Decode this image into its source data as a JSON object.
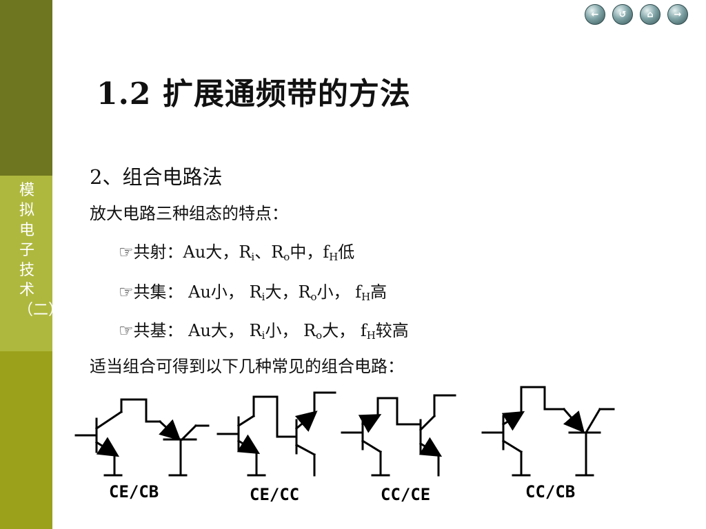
{
  "sidebar": {
    "label": "模拟电子技术（二）"
  },
  "nav": {
    "prev": "←",
    "return": "↺",
    "home": "⌂",
    "next": "→"
  },
  "slide": {
    "title": "1.2 扩展通频带的方法",
    "subtitle": "2、组合电路法",
    "intro": "放大电路三种组态的特点：",
    "bullet_symbol": "☞",
    "bullets": [
      {
        "name": "共射：",
        "au": "Au大，",
        "r1": "R",
        "r1_sub": "i",
        "sep": "、",
        "r2": "R",
        "r2_sub": "o",
        "r2_val": "中，",
        "f": "f",
        "f_sub": "H",
        "f_val": "低"
      },
      {
        "name": "共集：",
        "au": " Au小，",
        "r1": " R",
        "r1_sub": "i",
        "r1_val": "大，",
        "r2": "R",
        "r2_sub": "o",
        "r2_val": "小，",
        "f": " f",
        "f_sub": "H",
        "f_val": "高"
      },
      {
        "name": "共基：",
        "au": " Au大，",
        "r1": " R",
        "r1_sub": "i",
        "r1_val": "小，",
        "r2": " R",
        "r2_sub": "o",
        "r2_val": "大，",
        "f": " f",
        "f_sub": "H",
        "f_val": "较高"
      }
    ],
    "summary": "适当组合可得到以下几种常见的组合电路："
  },
  "circuits": [
    {
      "label": "CE/CB"
    },
    {
      "label": "CE/CC"
    },
    {
      "label": "CC/CE"
    },
    {
      "label": "CC/CB"
    }
  ]
}
